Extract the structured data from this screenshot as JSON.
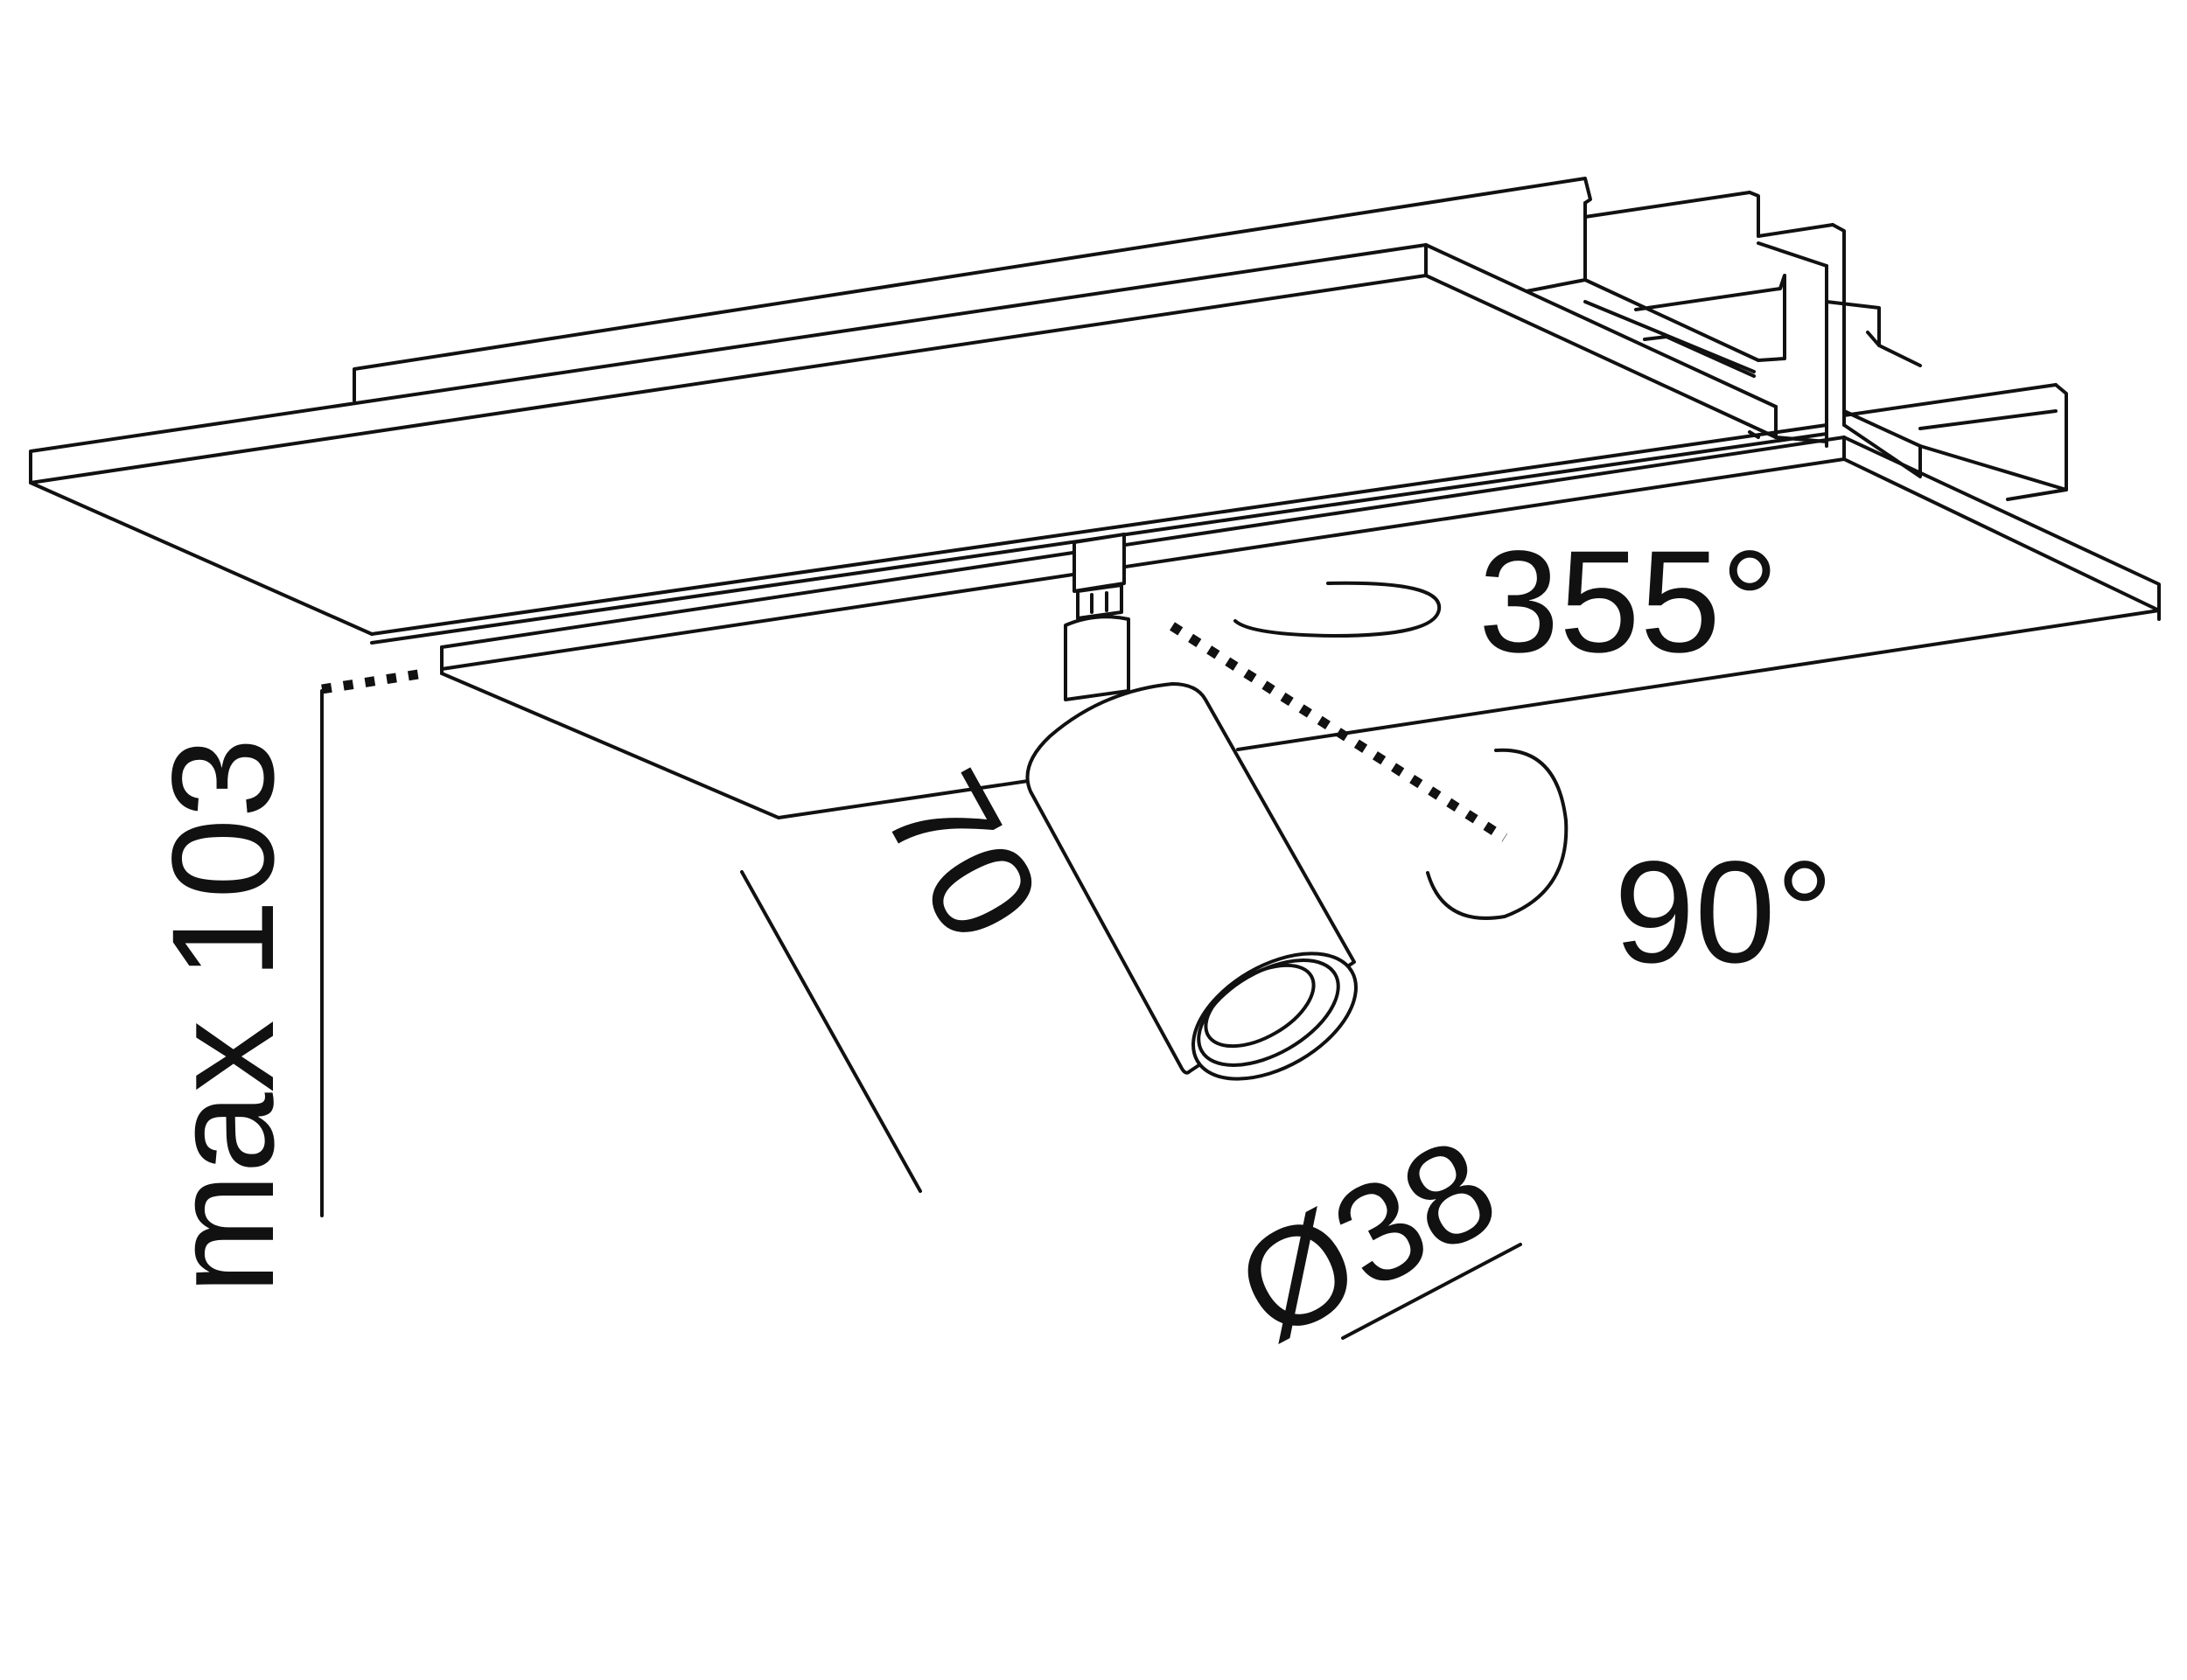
{
  "labels": {
    "rotation_horizontal": "355°",
    "rotation_vertical": "90°",
    "max_height": "max 103",
    "length": "70",
    "diameter": "Ø38"
  }
}
